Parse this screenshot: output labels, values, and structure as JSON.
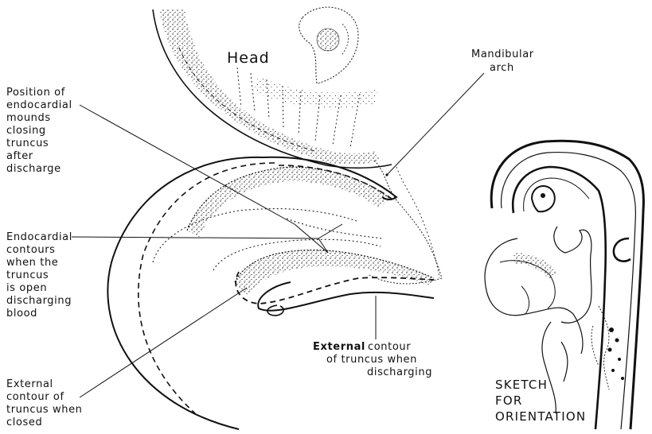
{
  "labels": {
    "head": "Head",
    "mandibular": [
      "Mandibular",
      "arch"
    ],
    "position_endocardial": [
      "Position of",
      "endocardial",
      "mounds",
      "closing",
      "truncus",
      "after",
      "discharge"
    ],
    "endocardial_contours": [
      "Endocardial",
      "contours",
      "when the",
      "truncus",
      "is open",
      "discharging",
      "blood"
    ],
    "external_discharging": [
      "External",
      "contour",
      "of truncus when",
      "discharging"
    ],
    "external_closed": [
      "External",
      "contour of",
      "truncus when",
      "closed"
    ],
    "sketch": [
      "SKETCH",
      "FOR",
      "ORIENTATION"
    ]
  },
  "colors": {
    "ink": "#111111",
    "background": "#ffffff"
  }
}
